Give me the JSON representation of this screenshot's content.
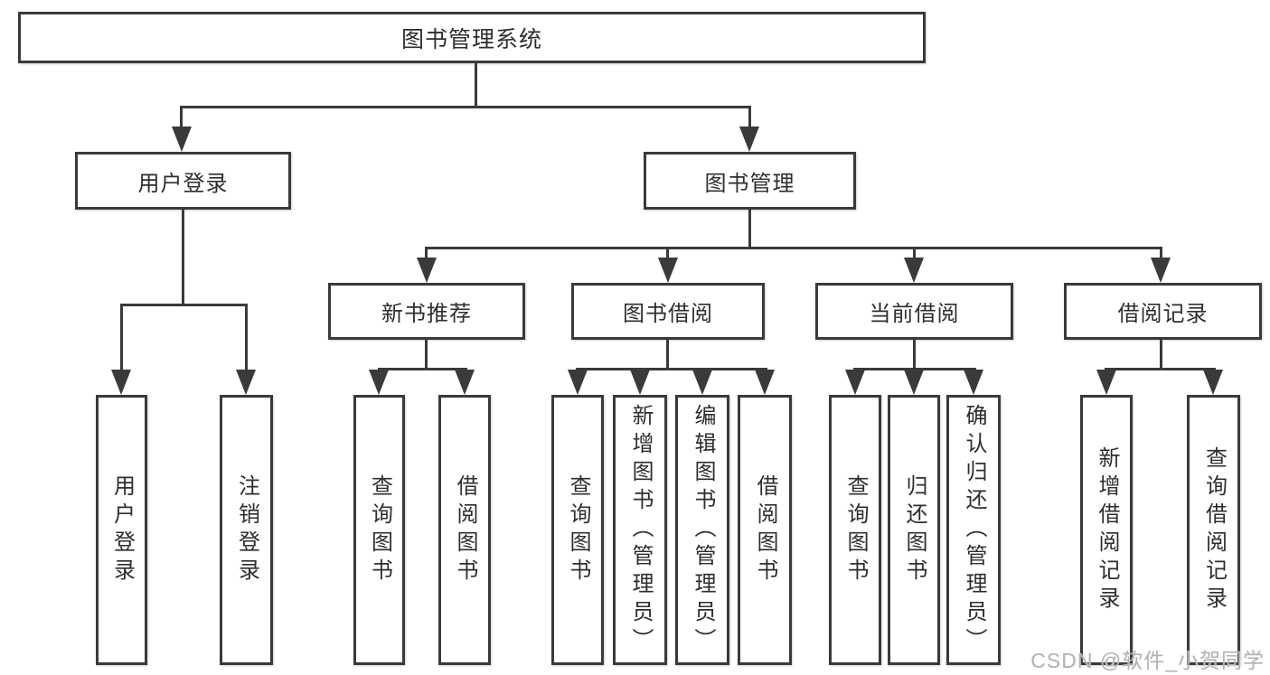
{
  "tree": {
    "root": "图书管理系统",
    "children": [
      {
        "label": "用户登录",
        "children": [
          "用户登录",
          "注销登录"
        ]
      },
      {
        "label": "图书管理",
        "children": [
          {
            "label": "新书推荐",
            "children": [
              "查询图书",
              "借阅图书"
            ]
          },
          {
            "label": "图书借阅",
            "children": [
              "查询图书",
              "新增图书（管理员）",
              "编辑图书（管理员）",
              "借阅图书"
            ]
          },
          {
            "label": "当前借阅",
            "children": [
              "查询图书",
              "归还图书",
              "确认归还（管理员）"
            ]
          },
          {
            "label": "借阅记录",
            "children": [
              "新增借阅记录",
              "查询借阅记录"
            ]
          }
        ]
      }
    ],
    "colors": {
      "line": "#3a3a3a",
      "text": "#2e2e2e",
      "box_bg": "#ffffff"
    }
  },
  "watermark": {
    "text": "CSDN @软件_小贺同学",
    "color": "#b3b3b3"
  }
}
